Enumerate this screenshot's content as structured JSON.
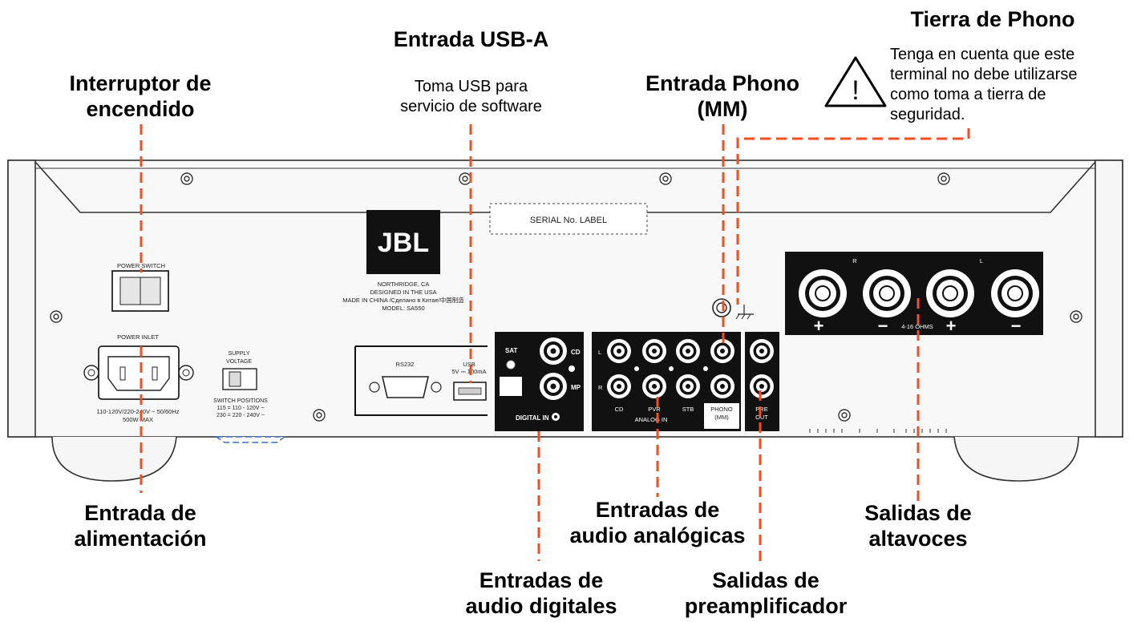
{
  "callouts": {
    "power_switch": "Interruptor de\nencendido",
    "usb_title": "Entrada USB-A",
    "usb_desc": "Toma USB para\nservicio de software",
    "phono_in": "Entrada Phono\n(MM)",
    "phono_ground_title": "Tierra de Phono",
    "phono_ground_desc": "Tenga en cuenta que este\nterminal no debe utilizarse\ncomo toma a tierra de\nseguridad.",
    "power_inlet": "Entrada de\nalimentación",
    "digital_in": "Entradas de\naudio digitales",
    "analog_in": "Entradas de\naudio analógicas",
    "preamp_out": "Salidas de\npreamplificador",
    "speaker_out": "Salidas de\naltavoces"
  },
  "warning_symbol": "!",
  "panel": {
    "brand": "JBL",
    "serial_label": "SERIAL No. LABEL",
    "power_switch_label": "POWER SWITCH",
    "power_inlet_label": "POWER INLET",
    "power_rating_1": "110-120V/220-240V ~ 50/60Hz",
    "power_rating_2": "500W MAX",
    "supply_voltage_1": "SUPPLY",
    "supply_voltage_2": "VOLTAGE",
    "switch_positions_1": "SWITCH POSITIONS",
    "switch_positions_2": "115 = 110 - 120V ~",
    "switch_positions_3": "230 = 220 - 240V ~",
    "maker_1": "NORTHRIDGE, CA",
    "maker_2": "DESIGNED IN THE USA",
    "maker_3": "MADE IN CHINA /Сделано в Китае/中国制造",
    "maker_4": "MODEL: SA550",
    "rs232": "RS232",
    "usb": "USB",
    "usb_rating": "5V ⎓ 100mA",
    "sat": "SAT",
    "cd": "CD",
    "mp": "MP",
    "digital_in": "DIGITAL IN",
    "ch_l": "L",
    "ch_r": "R",
    "analog_cd": "CD",
    "analog_pvr": "PVR",
    "analog_stb": "STB",
    "phono": "PHONO",
    "phono_mm": "(MM)",
    "analog_in": "ANALOG   IN",
    "pre": "PRE",
    "out": "OUT",
    "spk_r": "R",
    "spk_l": "L",
    "ohms": "4-16 OHMS",
    "plus": "+",
    "minus": "−"
  },
  "colors": {
    "leader": "#f04e23",
    "panel": "#111111",
    "chassis": "#f6f6f6"
  }
}
